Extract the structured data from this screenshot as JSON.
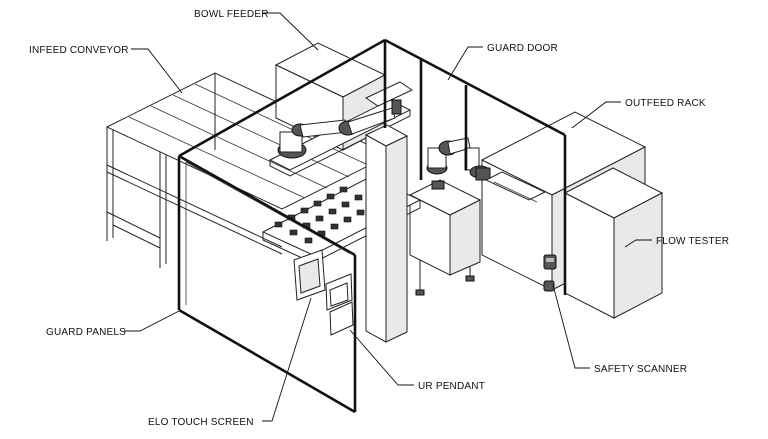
{
  "diagram": {
    "labels": {
      "bowl_feeder": "BOWL FEEDER",
      "infeed_conveyor": "INFEED CONVEYOR",
      "guard_door": "GUARD DOOR",
      "outfeed_rack": "OUTFEED RACK",
      "flow_tester": "FLOW TESTER",
      "guard_panels": "GUARD PANELS",
      "safety_scanner": "SAFETY SCANNER",
      "ur_pendant": "UR PENDANT",
      "elo_touch_screen": "ELO TOUCH SCREEN"
    }
  }
}
